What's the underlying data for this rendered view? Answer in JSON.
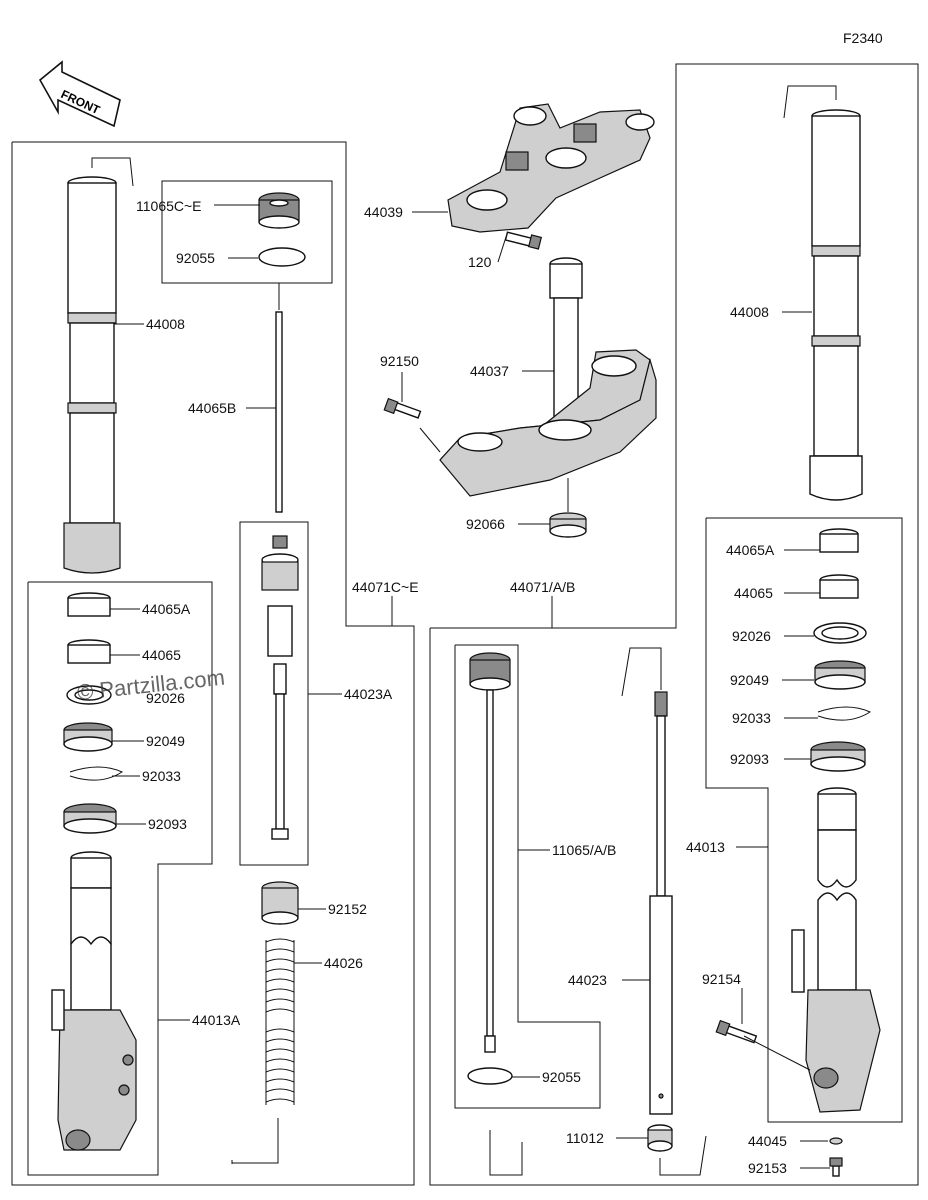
{
  "figure_id": "F2340",
  "front_label": "FRONT",
  "watermark": "© Partzilla.com",
  "labels": {
    "l_11065ce": "11065C~E",
    "l_92055a": "92055",
    "l_44008a": "44008",
    "l_44065b": "44065B",
    "l_44065a_l": "44065A",
    "l_44065_l": "44065",
    "l_92026_l": "92026",
    "l_92049_l": "92049",
    "l_92033_l": "92033",
    "l_92093_l": "92093",
    "l_44013a": "44013A",
    "l_44023a": "44023A",
    "l_92152": "92152",
    "l_44026": "44026",
    "l_44071ce": "44071C~E",
    "l_44039": "44039",
    "l_120": "120",
    "l_92150": "92150",
    "l_44037": "44037",
    "l_92066": "92066",
    "l_44071ab": "44071/A/B",
    "l_11065ab": "11065/A/B",
    "l_92055b": "92055",
    "l_44023": "44023",
    "l_11012": "11012",
    "l_44008b": "44008",
    "l_44065a_r": "44065A",
    "l_44065_r": "44065",
    "l_92026_r": "92026",
    "l_92049_r": "92049",
    "l_92033_r": "92033",
    "l_92093_r": "92093",
    "l_44013": "44013",
    "l_92154": "92154",
    "l_44045": "44045",
    "l_92153": "92153"
  }
}
